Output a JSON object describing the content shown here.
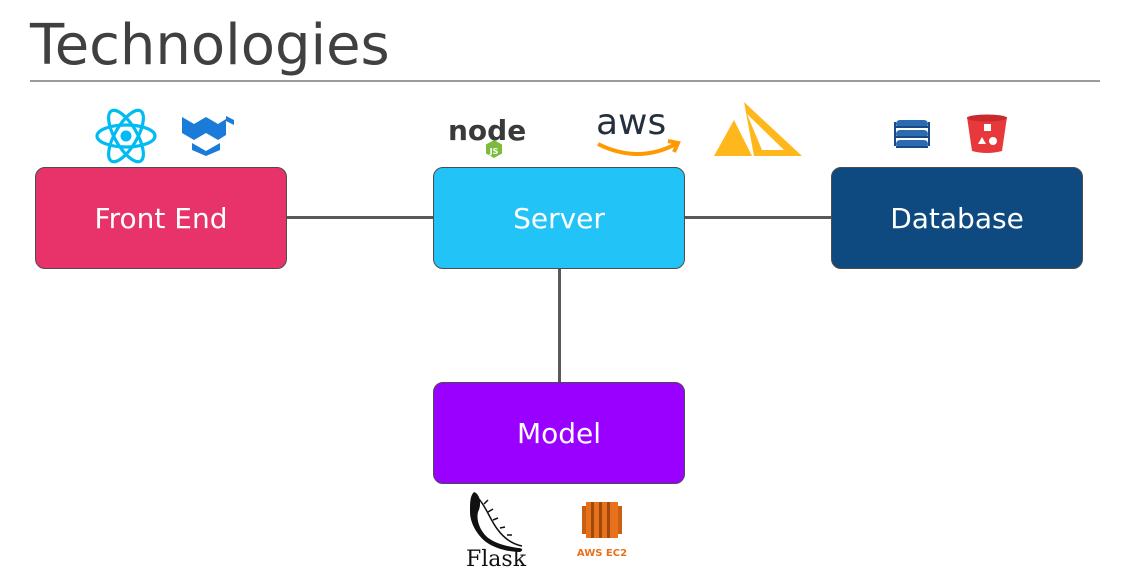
{
  "title": "Technologies",
  "colors": {
    "frontend": "#e8326a",
    "server": "#22c4f7",
    "database": "#0e4a80",
    "model": "#9900ff",
    "connector": "#595959"
  },
  "nodes": {
    "frontend": {
      "label": "Front End"
    },
    "server": {
      "label": "Server"
    },
    "database": {
      "label": "Database"
    },
    "model": {
      "label": "Model"
    }
  },
  "icons": {
    "frontend": [
      "react-icon",
      "mui-icon"
    ],
    "server": [
      "nodejs-icon",
      "aws-icon",
      "amplify-icon"
    ],
    "database": [
      "dynamodb-icon",
      "s3-bucket-icon"
    ],
    "model": [
      "flask-icon",
      "aws-ec2-icon"
    ]
  },
  "icon_labels": {
    "nodejs": "node",
    "aws": "aws",
    "flask": "Flask",
    "ec2": "AWS EC2"
  }
}
